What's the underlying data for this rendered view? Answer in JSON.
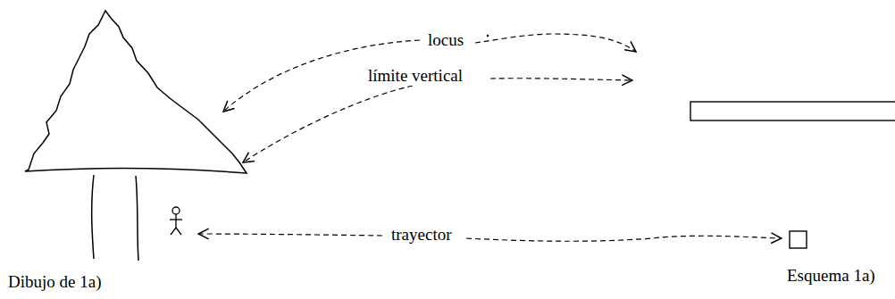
{
  "diagram": {
    "labels": [
      "locus",
      "límite vertical",
      "trayector",
      "Dibujo de 1a)",
      "Esquema 1a)"
    ]
  }
}
